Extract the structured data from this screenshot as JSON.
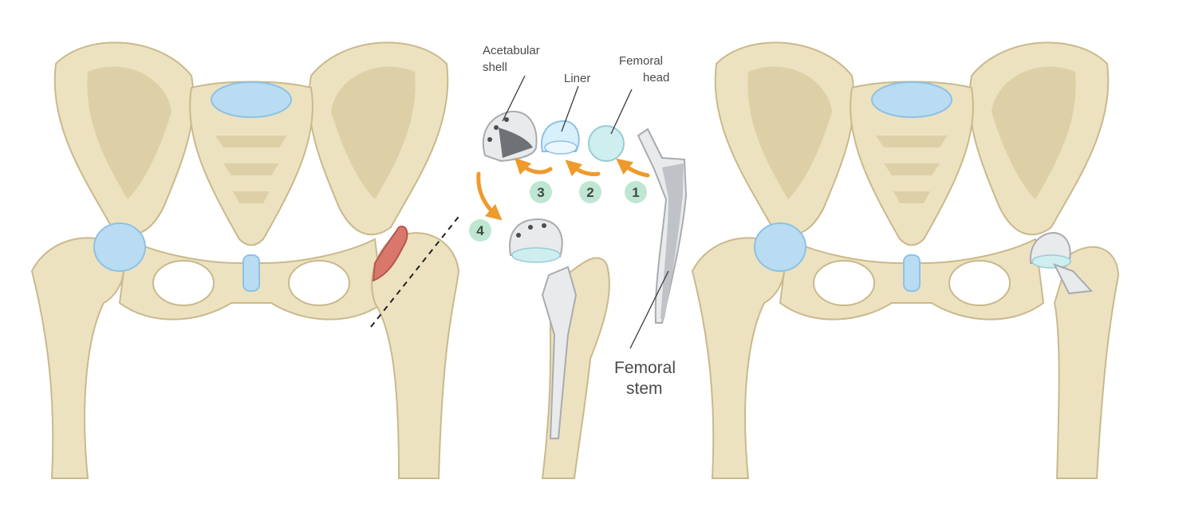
{
  "labels": {
    "acetabular_shell_line1": "Acetabular",
    "acetabular_shell_line2": "shell",
    "liner": "Liner",
    "femoral_head_line1": "Femoral",
    "femoral_head_line2": "head",
    "femoral_stem_line1": "Femoral",
    "femoral_stem_line2": "stem"
  },
  "steps": [
    "1",
    "2",
    "3",
    "4"
  ],
  "colors": {
    "bone": "#ece2c0",
    "cartilage": "#b9dcf2",
    "arthritis": "#d9786a",
    "arrow": "#ee9a2c",
    "step_badge": "#bfe6d2",
    "implant_metal": "#e9eaec"
  }
}
